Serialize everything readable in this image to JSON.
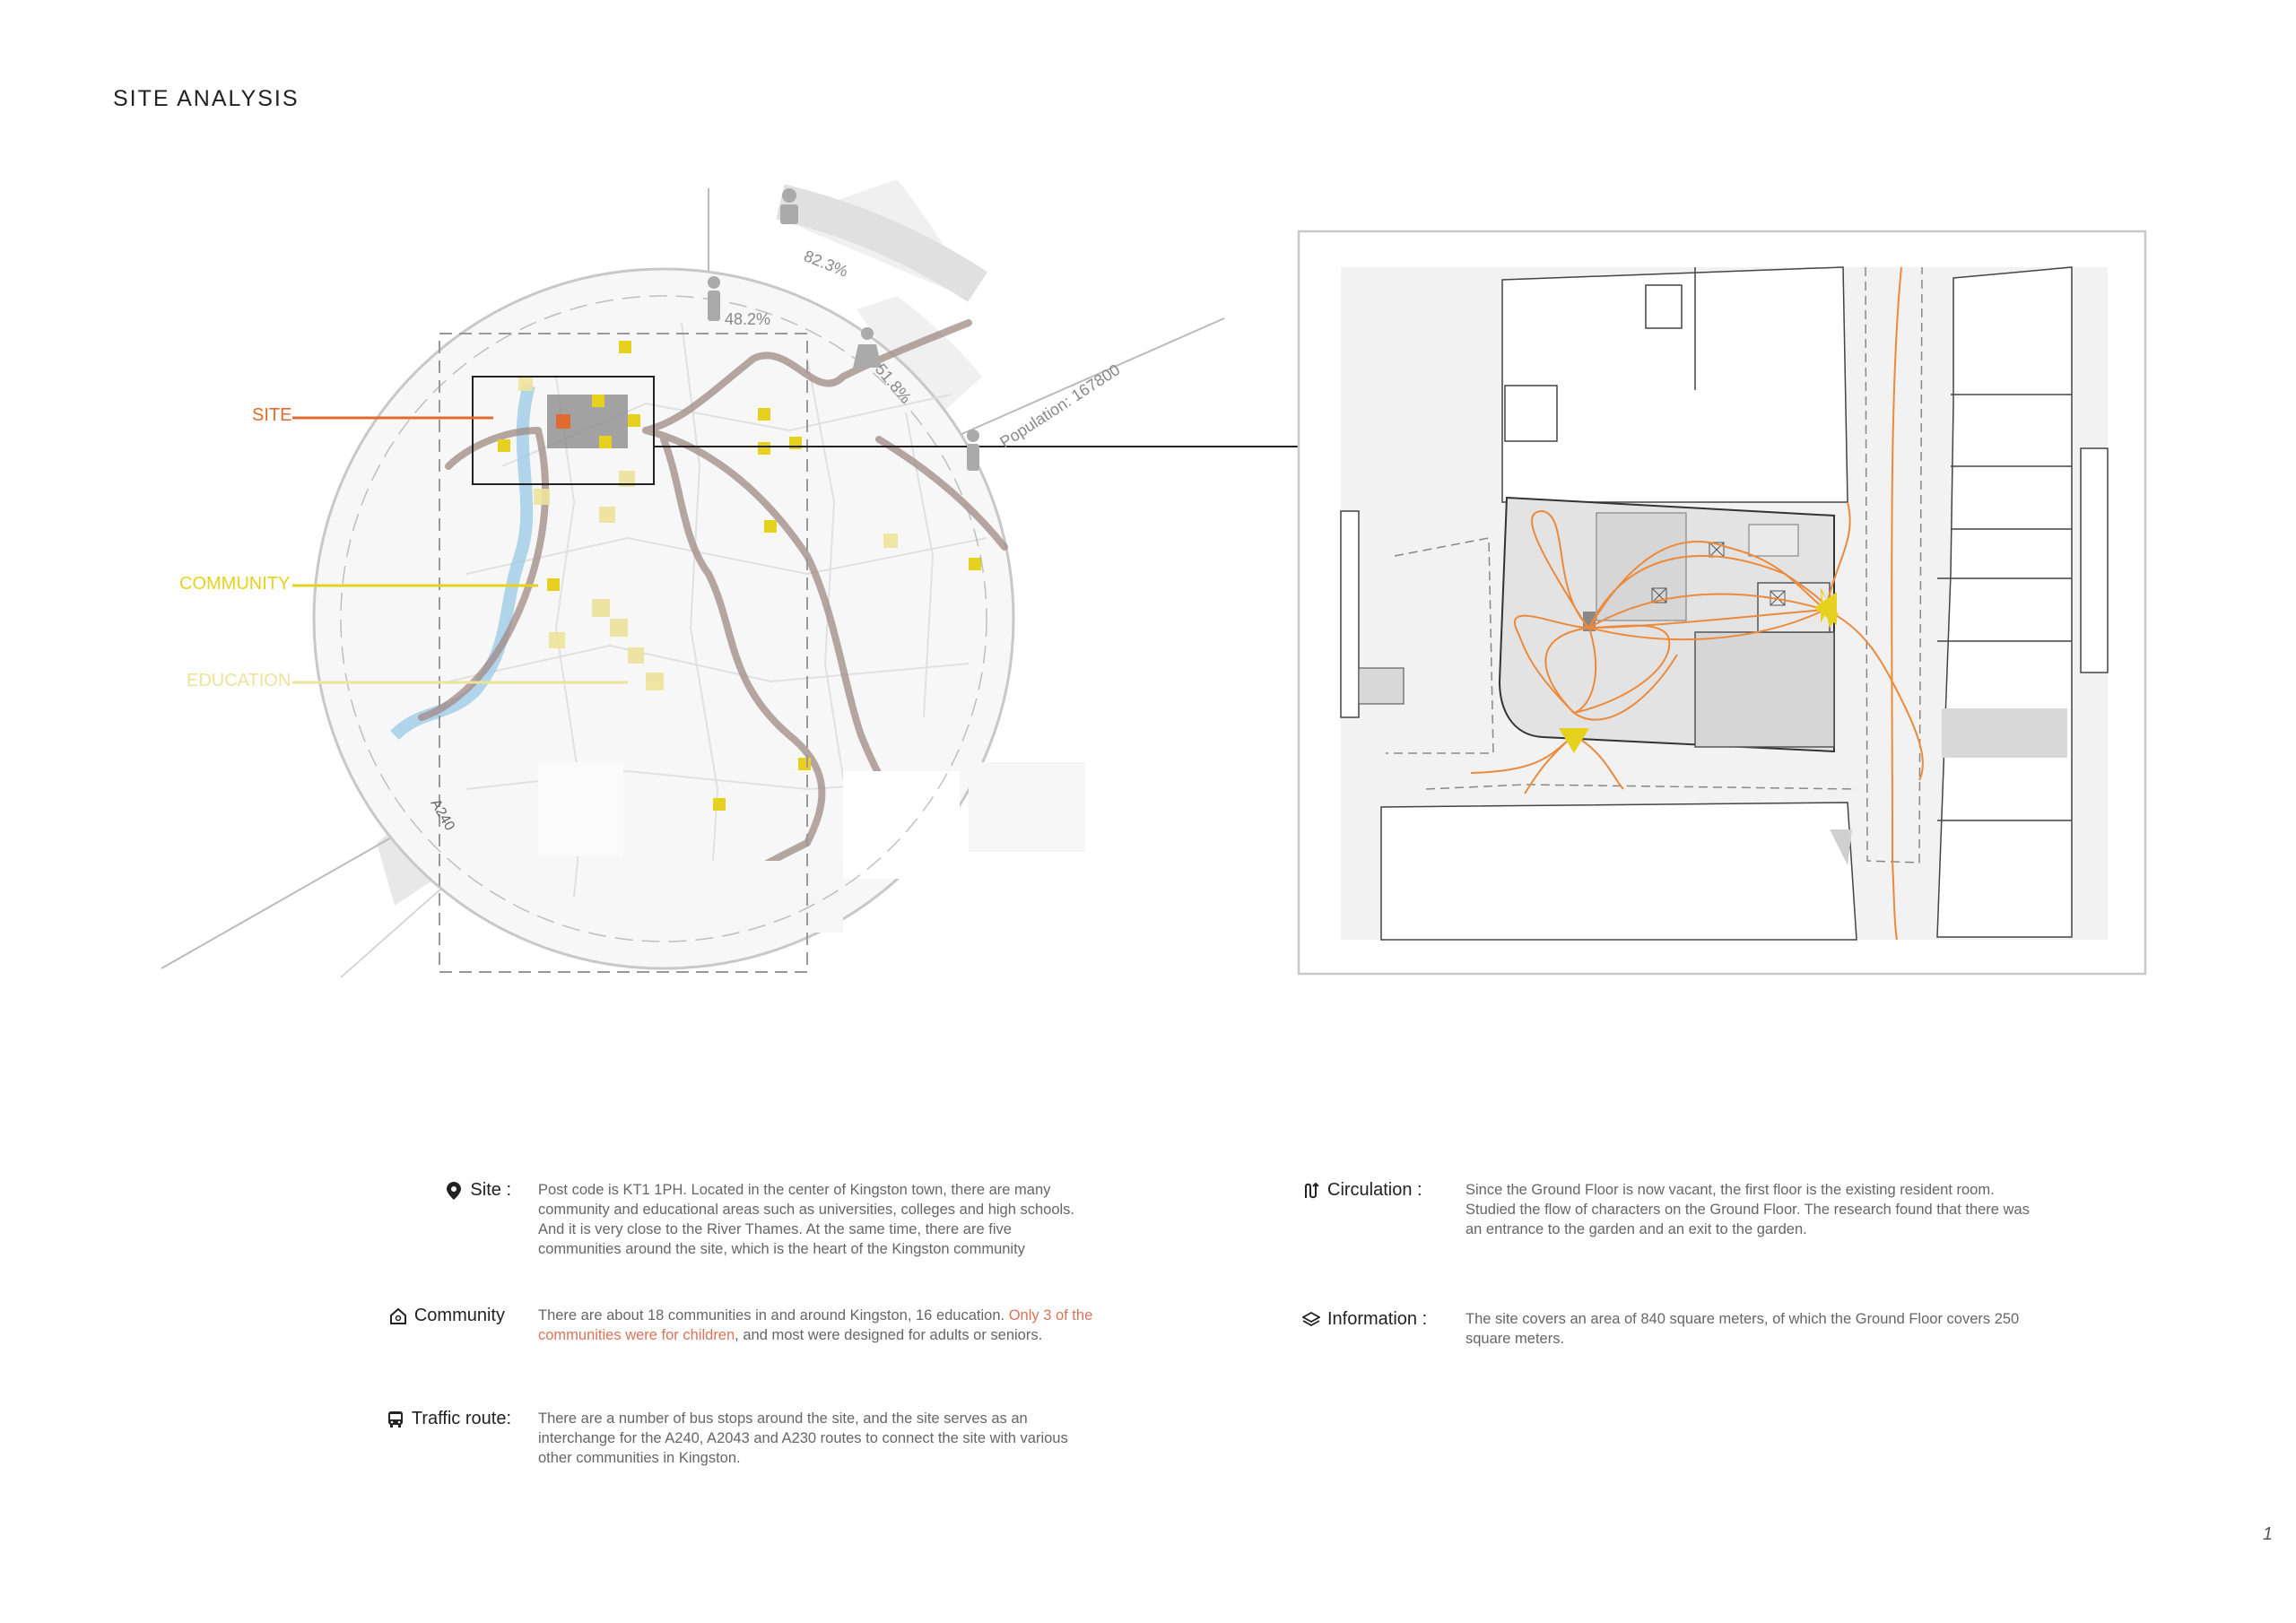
{
  "page": {
    "title": "SITE ANALYSIS",
    "number": "1"
  },
  "map": {
    "labels": {
      "site": "SITE",
      "community": "COMMUNITY",
      "education": "EDUCATION"
    },
    "stats": {
      "p1": "82.3%",
      "p2": "48.2%",
      "p3": "51.8%",
      "population": "Population: 167800"
    },
    "road_label": "A240",
    "colors": {
      "site": "#e06b2e",
      "community": "#e6d21e",
      "education": "#ede39a",
      "flow": "#ec8a3c",
      "ring": "#cccccc",
      "road": "#a08a84"
    }
  },
  "info": {
    "site": {
      "head": "Site :",
      "icon": "location-pin-icon",
      "text": "Post code is KT1 1PH. Located in the center of Kingston town, there are many community and educational areas such as universities, colleges and high schools. And it is  very close to the River Thames. At the same time, there are five communities around the site, which is the heart of the Kingston community"
    },
    "community": {
      "head": "Community",
      "icon": "home-icon",
      "text_a": "There are about 18 communities in and around Kingston, 16 education. ",
      "text_hl": "Only 3 of the communities were for children",
      "text_b": ", and most were designed for adults or seniors."
    },
    "traffic": {
      "head": "Traffic route:",
      "icon": "bus-icon",
      "text": "There are a number of bus stops around the site, and the site serves as an interchange for the A240, A2043 and A230 routes to connect the site with various other communities in Kingston."
    },
    "circulation": {
      "head": "Circulation :",
      "icon": "route-icon",
      "text": "Since the Ground Floor is now vacant, the first floor is the existing resident room. Studied the flow of characters on the Ground Floor. The research found that there was an entrance to the garden and an exit to the garden."
    },
    "information": {
      "head": "Information :",
      "icon": "layers-icon",
      "text": "The site covers an area of 840 square meters, of which the Ground Floor covers 250 square meters."
    }
  }
}
